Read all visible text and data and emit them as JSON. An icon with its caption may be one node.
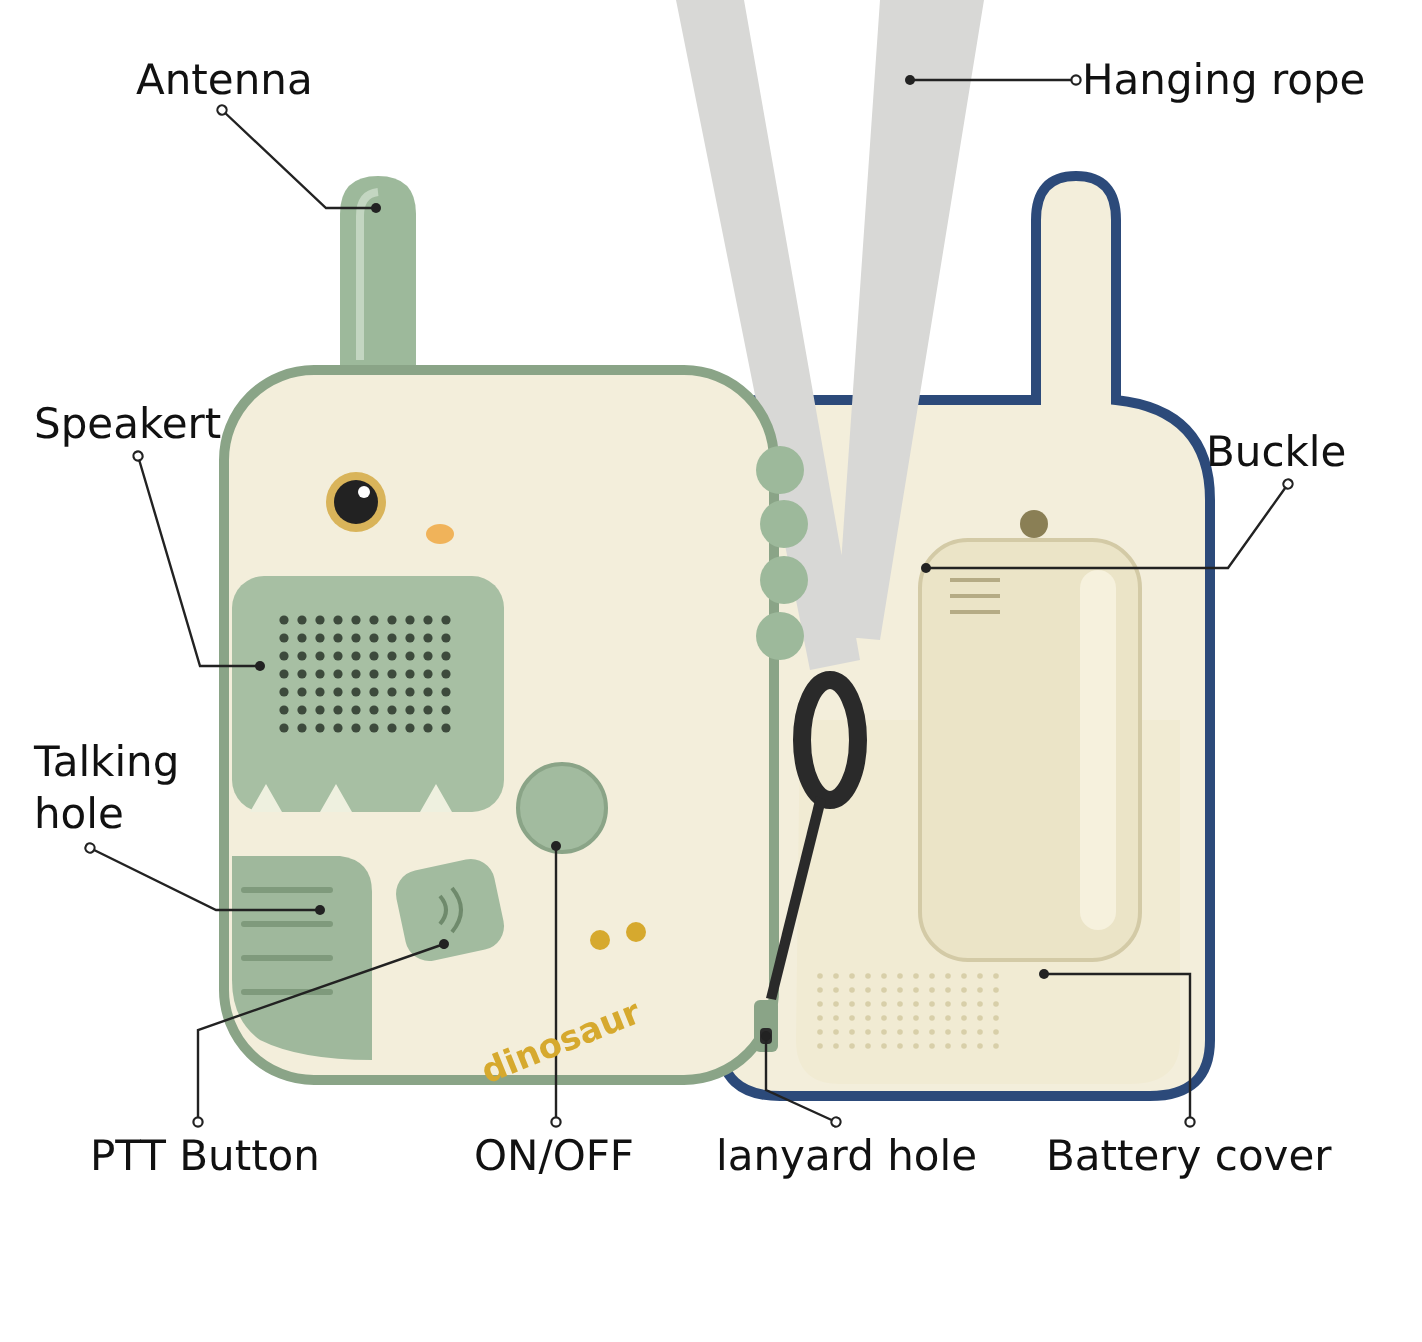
{
  "diagram": {
    "nodes": [
      {
        "text": [
          "Antenna"
        ]
      },
      {
        "text": [
          "Hanging rope"
        ]
      },
      {
        "text": [
          "Speakert"
        ]
      },
      {
        "text": [
          "Buckle"
        ]
      },
      {
        "text": [
          "Talking hole"
        ]
      },
      {
        "text": [
          "PTT Button"
        ]
      },
      {
        "text": [
          "ON/OFF"
        ]
      },
      {
        "text": [
          "lanyard hole"
        ]
      },
      {
        "text": [
          "Battery cover"
        ]
      },
      {
        "text": [],
        "shape": "picture"
      },
      {
        "text": [],
        "shape": "picture"
      },
      {
        "text": [],
        "shape": "picture"
      },
      {
        "text": [],
        "shape": "picture"
      },
      {
        "text": [],
        "shape": "picture"
      },
      {
        "text": [],
        "shape": "picture"
      },
      {
        "text": [],
        "shape": "picture"
      },
      {
        "text": [],
        "shape": "picture"
      },
      {
        "text": [],
        "shape": "picture"
      }
    ],
    "edges": [
      {
        "from": 0,
        "to": 9,
        "arrow": "other"
      },
      {
        "from": 1,
        "to": 10,
        "arrow": "other"
      },
      {
        "from": 2,
        "to": 11,
        "arrow": "other"
      },
      {
        "from": 3,
        "to": 12,
        "arrow": "other"
      },
      {
        "from": 4,
        "to": 13,
        "arrow": "other"
      },
      {
        "from": 5,
        "to": 14,
        "arrow": "other"
      },
      {
        "from": 6,
        "to": 15,
        "arrow": "other"
      },
      {
        "from": 7,
        "to": 16,
        "arrow": "other"
      },
      {
        "from": 8,
        "to": 17,
        "arrow": "other"
      }
    ],
    "labels": [
      "dinosaur"
    ]
  }
}
